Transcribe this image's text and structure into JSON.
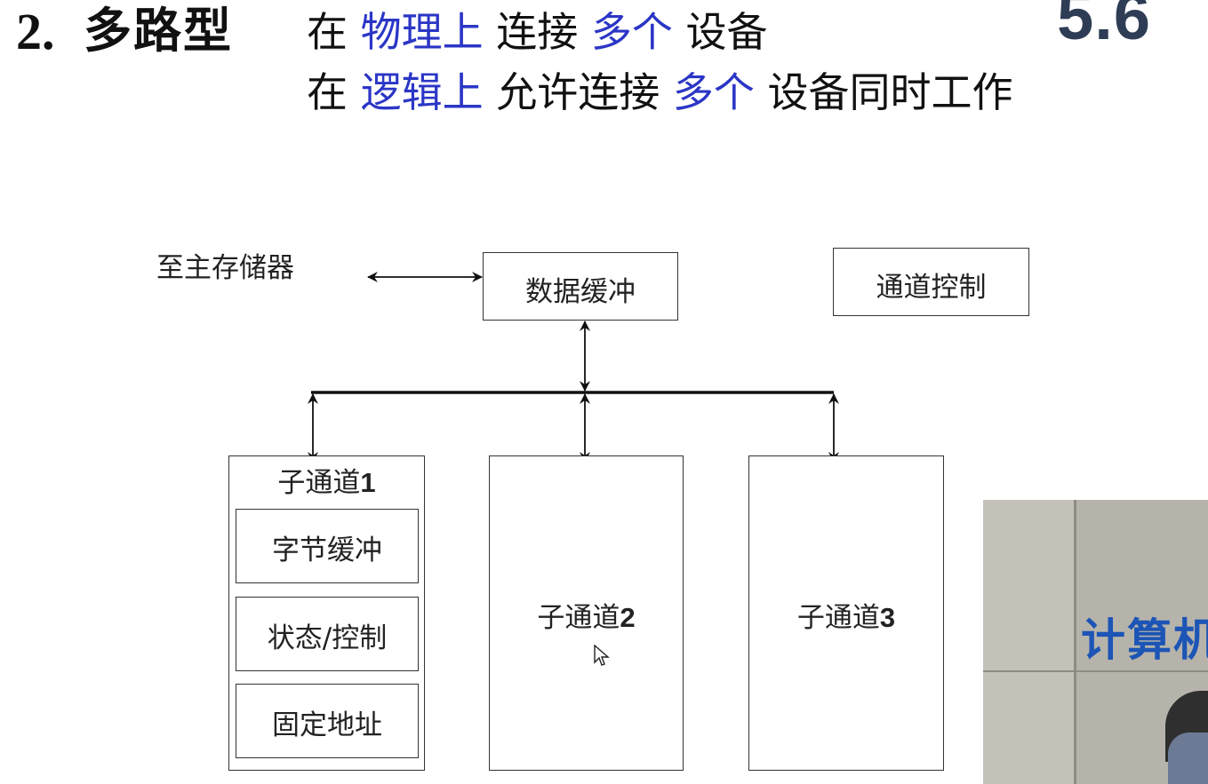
{
  "header": {
    "number": "2.",
    "title": "多路型",
    "line1": [
      {
        "text": "在 ",
        "highlight": false
      },
      {
        "text": "物理上",
        "highlight": true
      },
      {
        "text": " 连接 ",
        "highlight": false
      },
      {
        "text": "多个",
        "highlight": true
      },
      {
        "text": " 设备",
        "highlight": false
      }
    ],
    "line2": [
      {
        "text": "在 ",
        "highlight": false
      },
      {
        "text": "逻辑上",
        "highlight": true
      },
      {
        "text": " 允许连接 ",
        "highlight": false
      },
      {
        "text": "多个",
        "highlight": true
      },
      {
        "text": " 设备同时工作",
        "highlight": false
      }
    ],
    "slide_number": "5.6"
  },
  "diagram": {
    "main_memory_label": "至主存储器",
    "data_buffer": "数据缓冲",
    "channel_control": "通道控制",
    "subchannel1": {
      "title_prefix": "子通道",
      "title_num": "1",
      "items": [
        "字节缓冲",
        "状态/控制",
        "固定地址"
      ]
    },
    "subchannel2": {
      "title_prefix": "子通道",
      "title_num": "2"
    },
    "subchannel3": {
      "title_prefix": "子通道",
      "title_num": "3"
    }
  },
  "video": {
    "banner_text": "计算机"
  },
  "colors": {
    "highlight": "#2b36c6",
    "slide_number": "#2e3d55",
    "banner": "#1c55b5"
  }
}
